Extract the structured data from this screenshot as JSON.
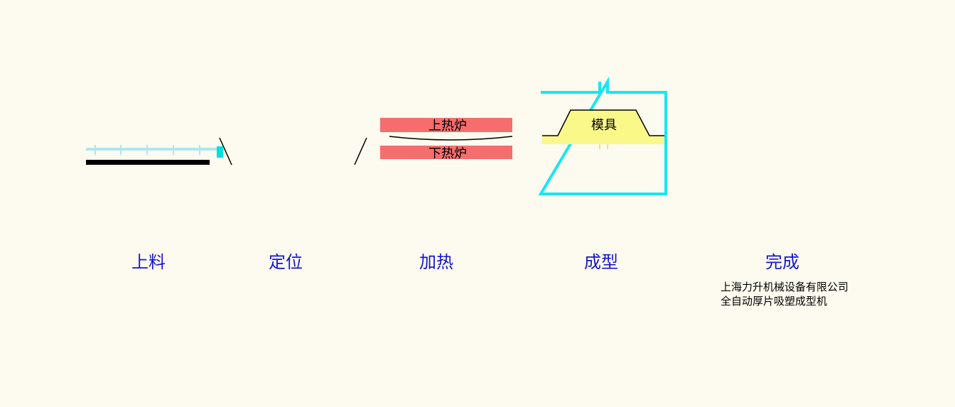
{
  "diagram": {
    "furnace": {
      "upper_label": "上热炉",
      "lower_label": "下热炉"
    },
    "mold": {
      "label": "模具"
    }
  },
  "stages": [
    {
      "label": "上料"
    },
    {
      "label": "定位"
    },
    {
      "label": "加热"
    },
    {
      "label": "成型"
    },
    {
      "label": "完成"
    }
  ],
  "company": {
    "name": "上海力升机械设备有限公司",
    "product": "全自动厚片吸塑成型机"
  },
  "colors": {
    "background": "#fdfbef",
    "stage_label": "#1515d0",
    "rail": "#aee6f2",
    "rail_end": "#00e0e0",
    "feed_bar": "#000000",
    "heater": "#f56d6d",
    "frame": "#18e6f0",
    "mold": "#fbf88a"
  }
}
